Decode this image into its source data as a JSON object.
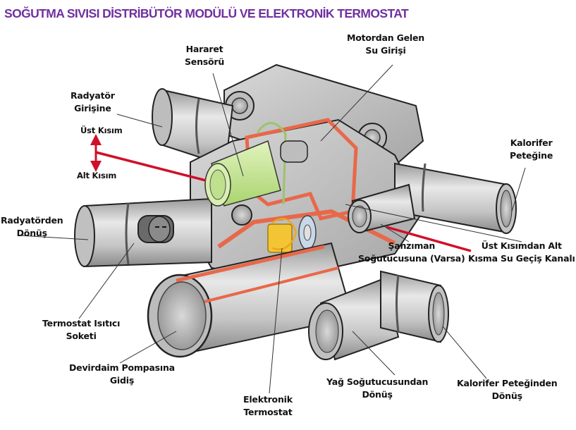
{
  "title": "SOĞUTMA SIVISI DİSTRİBÜTÖR MODÜLÜ VE ELEKTRONİK TERMOSTAT",
  "colors": {
    "title": "#7030a0",
    "highlight_red": "#d0102a",
    "cutaway_orange": "#e8684a",
    "sensor_green": "#cfe9a0",
    "thermostat_yellow": "#f3c535",
    "body_gray": "#c8c8c8"
  },
  "labels": {
    "hararet_sensoru": {
      "line1": "Hararet",
      "line2": "Sensörü"
    },
    "motordan_gelen": {
      "line1": "Motordan Gelen",
      "line2": "Su Girişi"
    },
    "radyator_girisine": {
      "line1": "Radyatör",
      "line2": "Girişine"
    },
    "ust_kisim": "Üst Kısım",
    "alt_kisim": "Alt Kısım",
    "kalorifer_petegine": {
      "line1": "Kalorifer",
      "line2": "Peteğine"
    },
    "radyatorden_donus": {
      "line1": "Radyatörden",
      "line2": "Dönüş"
    },
    "sanziman": {
      "line1": "Şanzıman",
      "line2": "Soğutucusuna (Varsa)"
    },
    "ust_kisimdan_alt": {
      "line1": "Üst Kısımdan Alt",
      "line2": "Kısma Su Geçiş Kanalı"
    },
    "termostat_isitici": {
      "line1": "Termostat Isıtıcı",
      "line2": "Soketi"
    },
    "devirdaim": {
      "line1": "Devirdaim Pompasına",
      "line2": "Gidiş"
    },
    "elektronik_termostat": {
      "line1": "Elektronik",
      "line2": "Termostat"
    },
    "yag_sogutucu": {
      "line1": "Yağ Soğutucusundan",
      "line2": "Dönüş"
    },
    "kalorifer_donus": {
      "line1": "Kalorifer Peteğinden",
      "line2": "Dönüş"
    }
  }
}
